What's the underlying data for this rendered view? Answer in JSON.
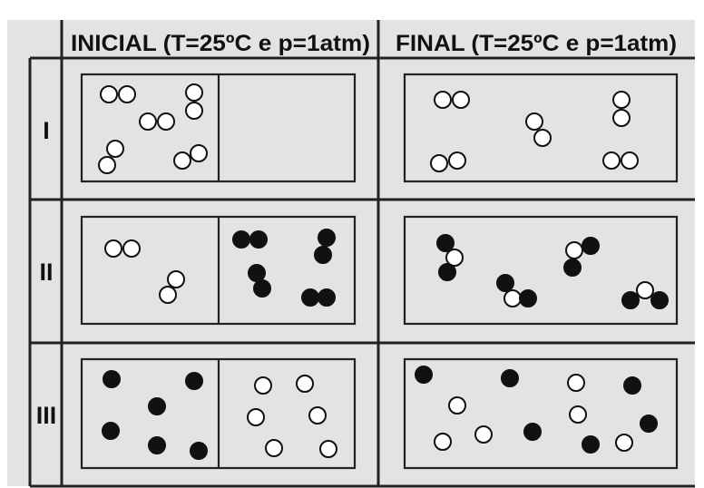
{
  "header": {
    "initial": "INICIAL (T=25ºC e p=1atm)",
    "final": "FINAL (T=25ºC e p=1atm)"
  },
  "rows": [
    {
      "label": "I",
      "initial_left": [
        {
          "type": "pair",
          "orient": "h",
          "atoms": [
            "w",
            "w"
          ]
        },
        {
          "type": "pair",
          "orient": "h",
          "atoms": [
            "w",
            "w"
          ]
        },
        {
          "type": "pair",
          "orient": "v",
          "atoms": [
            "w",
            "w"
          ]
        },
        {
          "type": "pair",
          "orient": "d",
          "atoms": [
            "w",
            "w"
          ]
        },
        {
          "type": "pair",
          "orient": "d",
          "atoms": [
            "w",
            "w"
          ]
        }
      ],
      "initial_right": [],
      "final": [
        {
          "type": "pair",
          "orient": "h",
          "atoms": [
            "w",
            "w"
          ]
        },
        {
          "type": "pair",
          "orient": "d",
          "atoms": [
            "w",
            "w"
          ]
        },
        {
          "type": "pair",
          "orient": "v",
          "atoms": [
            "w",
            "w"
          ]
        },
        {
          "type": "pair",
          "orient": "h",
          "atoms": [
            "w",
            "w"
          ]
        },
        {
          "type": "pair",
          "orient": "h",
          "atoms": [
            "w",
            "w"
          ]
        }
      ]
    },
    {
      "label": "II",
      "initial_left": [
        {
          "type": "pair",
          "orient": "h",
          "atoms": [
            "w",
            "w"
          ]
        },
        {
          "type": "pair",
          "orient": "d",
          "atoms": [
            "w",
            "w"
          ]
        }
      ],
      "initial_right": [
        {
          "type": "pair",
          "orient": "h",
          "atoms": [
            "b",
            "b"
          ]
        },
        {
          "type": "pair",
          "orient": "v",
          "atoms": [
            "b",
            "b"
          ]
        },
        {
          "type": "pair",
          "orient": "d",
          "atoms": [
            "b",
            "b"
          ]
        },
        {
          "type": "pair",
          "orient": "h",
          "atoms": [
            "b",
            "b"
          ]
        }
      ],
      "final": [
        {
          "type": "triatomic",
          "atoms": [
            "b",
            "w",
            "b"
          ]
        },
        {
          "type": "triatomic",
          "atoms": [
            "b",
            "w",
            "b"
          ]
        },
        {
          "type": "triatomic",
          "atoms": [
            "w",
            "b",
            "b"
          ]
        },
        {
          "type": "triatomic",
          "atoms": [
            "b",
            "w",
            "b"
          ]
        }
      ]
    },
    {
      "label": "III",
      "initial_left": [
        {
          "type": "atom",
          "atoms": [
            "b"
          ]
        },
        {
          "type": "atom",
          "atoms": [
            "b"
          ]
        },
        {
          "type": "atom",
          "atoms": [
            "b"
          ]
        },
        {
          "type": "atom",
          "atoms": [
            "b"
          ]
        },
        {
          "type": "atom",
          "atoms": [
            "b"
          ]
        },
        {
          "type": "atom",
          "atoms": [
            "b"
          ]
        }
      ],
      "initial_right": [
        {
          "type": "atom",
          "atoms": [
            "w"
          ]
        },
        {
          "type": "atom",
          "atoms": [
            "w"
          ]
        },
        {
          "type": "atom",
          "atoms": [
            "w"
          ]
        },
        {
          "type": "atom",
          "atoms": [
            "w"
          ]
        },
        {
          "type": "atom",
          "atoms": [
            "w"
          ]
        },
        {
          "type": "atom",
          "atoms": [
            "w"
          ]
        }
      ],
      "final": [
        {
          "type": "atom",
          "atoms": [
            "b"
          ]
        },
        {
          "type": "atom",
          "atoms": [
            "b"
          ]
        },
        {
          "type": "atom",
          "atoms": [
            "w"
          ]
        },
        {
          "type": "atom",
          "atoms": [
            "b"
          ]
        },
        {
          "type": "atom",
          "atoms": [
            "w"
          ]
        },
        {
          "type": "atom",
          "atoms": [
            "w"
          ]
        },
        {
          "type": "atom",
          "atoms": [
            "b"
          ]
        },
        {
          "type": "atom",
          "atoms": [
            "b"
          ]
        },
        {
          "type": "atom",
          "atoms": [
            "w"
          ]
        },
        {
          "type": "atom",
          "atoms": [
            "w"
          ]
        },
        {
          "type": "atom",
          "atoms": [
            "b"
          ]
        },
        {
          "type": "atom",
          "atoms": [
            "w"
          ]
        }
      ]
    }
  ],
  "colors": {
    "panel": "#e3e3e3",
    "line": "#222222",
    "atom_white": "#ffffff",
    "atom_black": "#111111"
  }
}
